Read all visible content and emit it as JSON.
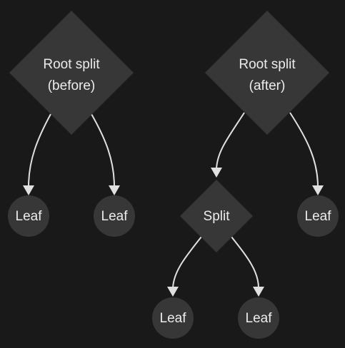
{
  "diagram": {
    "colors": {
      "background": "#191919",
      "node_fill": "#373737",
      "edge": "#e0e0e0",
      "text": "#ececec"
    },
    "before": {
      "root": {
        "line1": "Root split",
        "line2": "(before)"
      },
      "leaf_left": "Leaf",
      "leaf_right": "Leaf"
    },
    "after": {
      "root": {
        "line1": "Root split",
        "line2": "(after)"
      },
      "split": "Split",
      "leaf_right": "Leaf",
      "split_leaf_left": "Leaf",
      "split_leaf_right": "Leaf"
    }
  }
}
